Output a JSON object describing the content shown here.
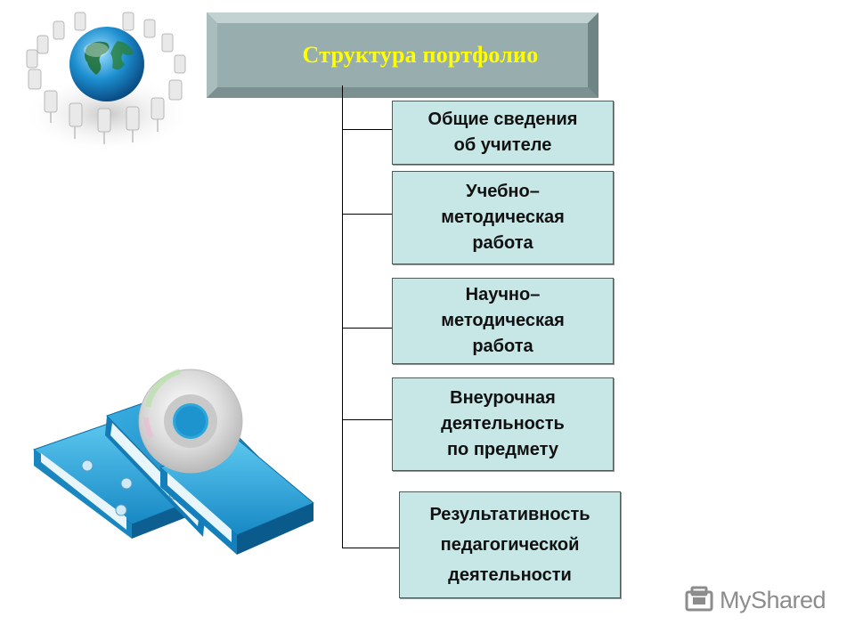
{
  "title": "Структура портфолио",
  "boxes": [
    {
      "lines": [
        "Общие сведения",
        "об учителе"
      ]
    },
    {
      "lines": [
        "Учебно–",
        "методическая",
        "работа"
      ]
    },
    {
      "lines": [
        "Научно–",
        "методическая",
        "работа"
      ]
    },
    {
      "lines": [
        "Внеурочная",
        "деятельность",
        "по предмету"
      ]
    },
    {
      "lines": [
        "Результативность",
        "педагогической",
        "деятельности"
      ]
    }
  ],
  "watermark": "MyShared",
  "colors": {
    "title_text": "#ffff00",
    "banner": "#94a9a9",
    "box_fill": "#c7e6e6",
    "folder": "#2aa8dc"
  },
  "icons": [
    "globe-with-chairs-icon",
    "blue-folders-with-cd-icon",
    "myshared-logo-icon"
  ]
}
